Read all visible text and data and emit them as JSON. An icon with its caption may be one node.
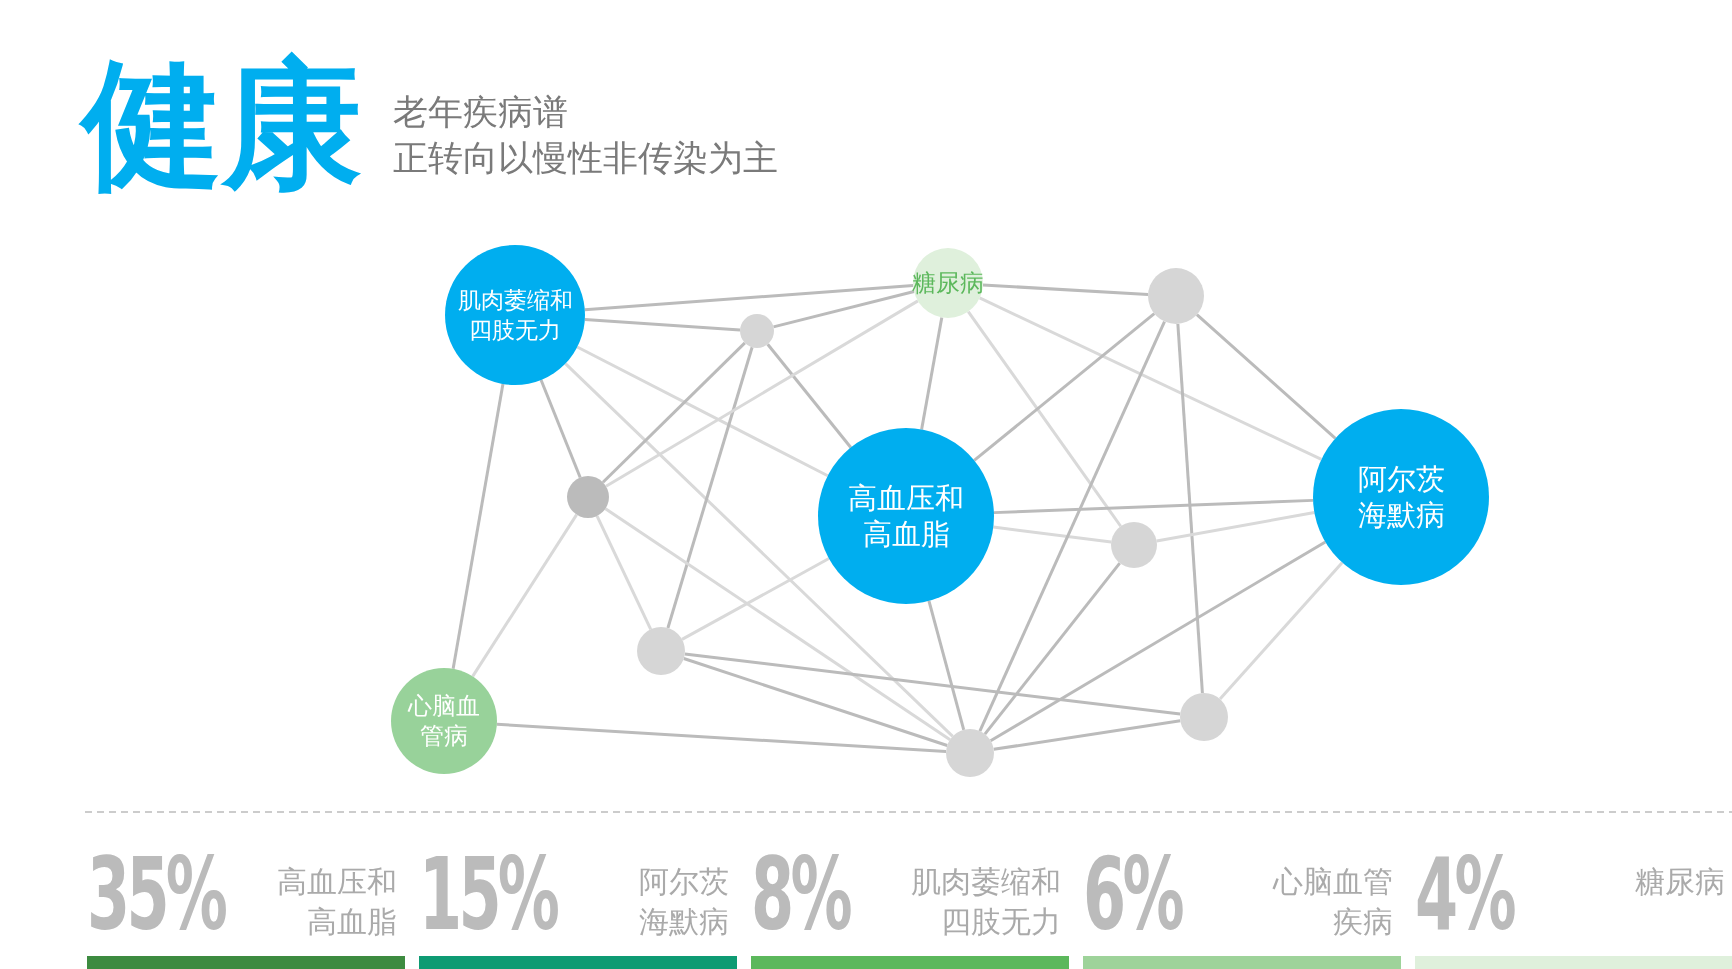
{
  "diagram": {
    "title": "健康",
    "nodes": [
      {
        "text": [
          "肌肉萎缩和四肢无力"
        ]
      },
      {
        "text": [
          "糖尿病"
        ]
      },
      {
        "text": [],
        "shape": "circle"
      },
      {
        "text": [],
        "shape": "circle"
      },
      {
        "text": [],
        "shape": "circle"
      },
      {
        "text": [
          "高血压和高血脂"
        ]
      },
      {
        "text": [
          "阿尔茨海默病"
        ]
      },
      {
        "text": [],
        "shape": "circle"
      },
      {
        "text": [],
        "shape": "circle"
      },
      {
        "text": [
          "心脑血管病"
        ]
      },
      {
        "text": [],
        "shape": "circle"
      },
      {
        "text": [],
        "shape": "circle"
      }
    ],
    "edges": [
      {
        "from": 0,
        "to": 1,
        "arrow": "none"
      },
      {
        "from": 0,
        "to": 2,
        "arrow": "none"
      },
      {
        "from": 0,
        "to": 5,
        "arrow": "none",
        "color": "#d9d9d9"
      },
      {
        "from": 0,
        "to": 11,
        "arrow": "none",
        "color": "#d9d9d9"
      },
      {
        "from": 0,
        "to": 4,
        "arrow": "none"
      },
      {
        "from": 0,
        "to": 9,
        "arrow": "none"
      },
      {
        "from": 2,
        "to": 1,
        "arrow": "none"
      },
      {
        "from": 2,
        "to": 4,
        "arrow": "none"
      },
      {
        "from": 2,
        "to": 8,
        "arrow": "none"
      },
      {
        "from": 2,
        "to": 5,
        "arrow": "none"
      },
      {
        "from": 1,
        "to": 4,
        "arrow": "none",
        "color": "#d9d9d9"
      },
      {
        "from": 1,
        "to": 5,
        "arrow": "none"
      },
      {
        "from": 1,
        "to": 3,
        "arrow": "none"
      },
      {
        "from": 1,
        "to": 7,
        "arrow": "none",
        "color": "#d9d9d9"
      },
      {
        "from": 1,
        "to": 6,
        "arrow": "none",
        "color": "#d9d9d9"
      },
      {
        "from": 4,
        "to": 9,
        "arrow": "none",
        "color": "#d9d9d9"
      },
      {
        "from": 4,
        "to": 8,
        "arrow": "none",
        "color": "#d9d9d9"
      },
      {
        "from": 4,
        "to": 11,
        "arrow": "none",
        "color": "#d9d9d9"
      },
      {
        "from": 8,
        "to": 5,
        "arrow": "none",
        "color": "#d9d9d9"
      },
      {
        "from": 8,
        "to": 10,
        "arrow": "none"
      },
      {
        "from": 8,
        "to": 11,
        "arrow": "none"
      },
      {
        "from": 9,
        "to": 11,
        "arrow": "none"
      },
      {
        "from": 5,
        "to": 11,
        "arrow": "none"
      },
      {
        "from": 5,
        "to": 6,
        "arrow": "none"
      },
      {
        "from": 5,
        "to": 7,
        "arrow": "none",
        "color": "#d9d9d9"
      },
      {
        "from": 5,
        "to": 3,
        "arrow": "none"
      },
      {
        "from": 3,
        "to": 11,
        "arrow": "none"
      },
      {
        "from": 3,
        "to": 6,
        "arrow": "none"
      },
      {
        "from": 3,
        "to": 10,
        "arrow": "none"
      },
      {
        "from": 7,
        "to": 6,
        "arrow": "none",
        "color": "#d9d9d9"
      },
      {
        "from": 7,
        "to": 11,
        "arrow": "none"
      },
      {
        "from": 6,
        "to": 11,
        "arrow": "none"
      },
      {
        "from": 6,
        "to": 10,
        "arrow": "none",
        "color": "#d9d9d9"
      },
      {
        "from": 10,
        "to": 11,
        "arrow": "none"
      }
    ],
    "labels": [
      "老年疾病谱",
      "正转向以慢性非传染为主",
      "35%",
      "高血压和高血脂",
      "15%",
      "阿尔茨海默病",
      "8%",
      "肌肉萎缩和四肢无力",
      "6%",
      "心脑血管疾病",
      "4%",
      "糖尿病"
    ]
  }
}
